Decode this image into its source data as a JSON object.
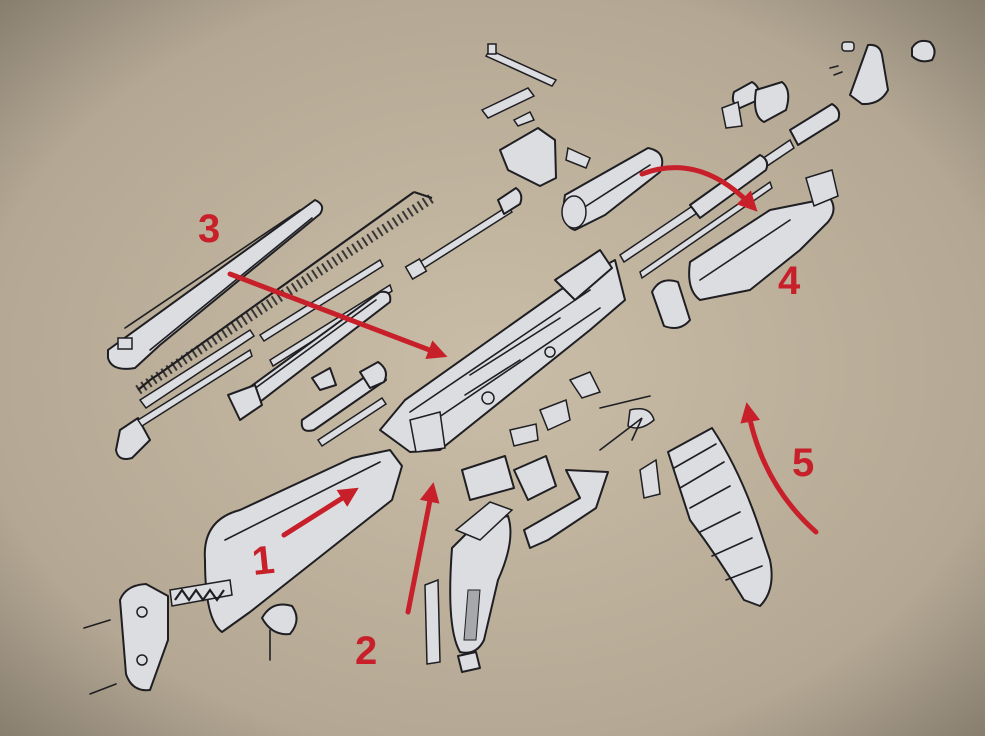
{
  "colors": {
    "background": "#b7ab97",
    "part_fill": "#dcdde0",
    "outline": "#1f1f23",
    "accent": "#c8202a"
  },
  "steps": [
    {
      "label": "1"
    },
    {
      "label": "2"
    },
    {
      "label": "3"
    },
    {
      "label": "4"
    },
    {
      "label": "5"
    }
  ]
}
